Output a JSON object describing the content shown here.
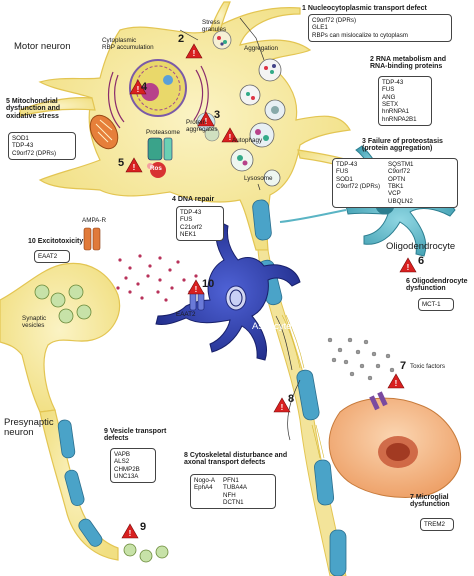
{
  "labels": {
    "motor_neuron": "Motor neuron",
    "presynaptic_neuron": "Presynaptic\nneuron",
    "astrocyte": "Astrocyte",
    "oligodendrocyte": "Oligodendrocyte",
    "cytoplasmic_rbp": "Cytoplasmic\nRBP accumulation",
    "stress_granules": "Stress\ngranules",
    "aggregation": "Aggregation",
    "proteasome": "Proteasome",
    "protein_aggregates": "Protein\naggregates",
    "autophagy": "Autophagy",
    "lysosome": "Lysosome",
    "ros": "Ros",
    "ampa_r": "AMPA-R",
    "synaptic_vesicles": "Synaptic\nvesicles",
    "eaat2_label": "EAAT2",
    "toxic_factors": "Toxic factors"
  },
  "mechanisms": [
    {
      "num": "1",
      "title": "Nucleocytoplasmic transport defect",
      "items": [
        "C9orf72 (DPRs)",
        "GLE1",
        "RBPs can mislocalize to cytoplasm"
      ]
    },
    {
      "num": "2",
      "title": "RNA metabolism and\nRNA-binding proteins",
      "items": [
        "TDP-43",
        "FUS",
        "ANG",
        "SETX",
        "hnRNPA1",
        "hnRNPA2B1"
      ]
    },
    {
      "num": "3",
      "title": "Failure of proteostasis\n(protein aggregation)",
      "items_left": [
        "TDP-43",
        "FUS",
        "SOD1",
        "C9orf72 (DPRs)"
      ],
      "items_right": [
        "SQSTM1",
        "C9orf72",
        "OPTN",
        "TBK1",
        "VCP",
        "UBQLN2"
      ]
    },
    {
      "num": "4",
      "title": "DNA repair",
      "items": [
        "TDP-43",
        "FUS",
        "C21orf2",
        "NEK1"
      ]
    },
    {
      "num": "5",
      "title": "Mitochondrial\ndysfunction and\noxidative stress",
      "items": [
        "SOD1",
        "TDP-43",
        "C9orf72 (DPRs)"
      ]
    },
    {
      "num": "6",
      "title": "Oligodendrocyte\ndysfunction",
      "items": [
        "MCT-1"
      ]
    },
    {
      "num": "7",
      "title": "Microglial\ndysfunction",
      "items": [
        "TREM2"
      ]
    },
    {
      "num": "8",
      "title": "Cytoskeletal disturbance and\naxonal transport defects",
      "items_left": [
        "Nogo-A",
        "EphA4"
      ],
      "items_right": [
        "PFN1",
        "TUBA4A",
        "NFH",
        "DCTN1"
      ]
    },
    {
      "num": "9",
      "title": "Vesicle transport\ndefects",
      "items": [
        "VAPB",
        "ALS2",
        "CHMP2B",
        "UNC13A"
      ]
    },
    {
      "num": "10",
      "title": "Excitotoxicity",
      "items": [
        "EAAT2"
      ]
    }
  ],
  "markers": {
    "m1": "1",
    "m2": "2",
    "m3": "3",
    "m4": "4",
    "m5": "5",
    "m6": "6",
    "m7": "7",
    "m8": "8",
    "m9": "9",
    "m10": "10"
  },
  "colors": {
    "neuron": "#f6e9a0",
    "neuron_edge": "#e0c04a",
    "astrocyte": "#2f3fa8",
    "oligodendrocyte": "#5ab4c4",
    "microglia": "#f2b98a",
    "axon_blue": "#4aa3c8",
    "warning": "#e02020"
  }
}
